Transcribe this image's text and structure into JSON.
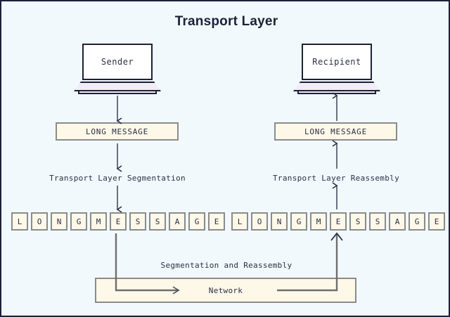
{
  "diagram": {
    "title": "Transport Layer",
    "background_color": "#f2f9fd",
    "border_color": "#1b2138",
    "box_fill_color": "#fdf8e8",
    "box_border_color": "#8b8b8b",
    "arrow_color": "#2b2f45",
    "network_path_color": "#6e6e6e"
  },
  "sender": {
    "device_label": "Sender",
    "message_label": "LONG MESSAGE",
    "process_caption": "Transport Layer Segmentation",
    "segments": [
      "L",
      "O",
      "N",
      "G",
      "M",
      "E",
      "S",
      "S",
      "A",
      "G",
      "E"
    ]
  },
  "recipient": {
    "device_label": "Recipient",
    "message_label": "LONG MESSAGE",
    "process_caption": "Transport Layer Reassembly",
    "segments": [
      "L",
      "O",
      "N",
      "G",
      "M",
      "E",
      "S",
      "S",
      "A",
      "G",
      "E"
    ]
  },
  "network": {
    "caption": "Segmentation and Reassembly",
    "label": "Network"
  }
}
